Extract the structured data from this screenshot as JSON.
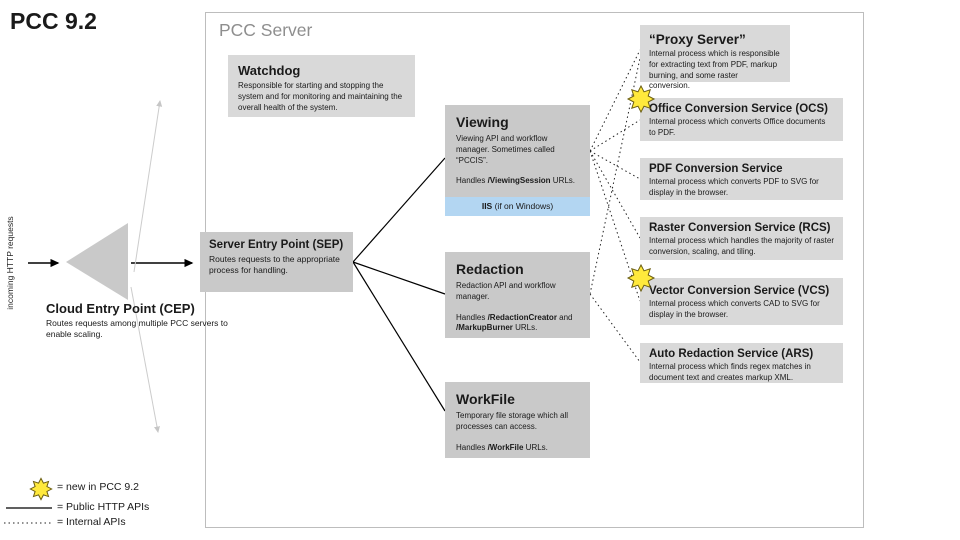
{
  "page": {
    "title": "PCC 9.2"
  },
  "container": {
    "label": "PCC Server"
  },
  "left": {
    "incoming_label": "incoming HTTP requests",
    "cep": {
      "title": "Cloud Entry Point (CEP)",
      "desc": "Routes requests among multiple PCC servers to enable scaling."
    },
    "sep": {
      "title": "Server Entry Point (SEP)",
      "desc": "Routes requests to the appropriate process for handling."
    }
  },
  "watchdog": {
    "title": "Watchdog",
    "desc": "Responsible for starting and stopping the system and for monitoring and maintaining the overall health of the system."
  },
  "viewing": {
    "title": "Viewing",
    "desc": "Viewing API and workflow manager. Sometimes called “PCCIS”.",
    "handles": [
      {
        "text": "Handles ",
        "bold": false
      },
      {
        "text": "/ViewingSession",
        "bold": true
      },
      {
        "text": " URLs.",
        "bold": false
      }
    ],
    "iis": [
      {
        "text": "IIS",
        "bold": true
      },
      {
        "text": " (if on Windows)",
        "bold": false
      }
    ]
  },
  "redaction": {
    "title": "Redaction",
    "desc": "Redaction API and workflow manager.",
    "handles": [
      {
        "text": "Handles ",
        "bold": false
      },
      {
        "text": "/RedactionCreator",
        "bold": true
      },
      {
        "text": " and ",
        "bold": false
      },
      {
        "text": "/MarkupBurner",
        "bold": true
      },
      {
        "text": " URLs.",
        "bold": false
      }
    ]
  },
  "workfile": {
    "title": "WorkFile",
    "desc": "Temporary file storage which all processes can access.",
    "handles": [
      {
        "text": "Handles ",
        "bold": false
      },
      {
        "text": "/WorkFile",
        "bold": true
      },
      {
        "text": " URLs.",
        "bold": false
      }
    ]
  },
  "services": [
    {
      "id": "proxy",
      "title": "“Proxy Server”",
      "desc": "Internal process which is responsible for extracting text from PDF, markup burning, and some raster conversion.",
      "new_in_92": false
    },
    {
      "id": "ocs",
      "title": "Office Conversion Service (OCS)",
      "desc": "Internal process which converts Office documents to PDF.",
      "new_in_92": true
    },
    {
      "id": "pdf",
      "title": "PDF Conversion Service",
      "desc": "Internal process which converts PDF to SVG for display in the browser.",
      "new_in_92": false
    },
    {
      "id": "rcs",
      "title": "Raster Conversion Service (RCS)",
      "desc": "Internal process which handles the majority of raster conversion, scaling, and tiling.",
      "new_in_92": false
    },
    {
      "id": "vcs",
      "title": "Vector Conversion Service (VCS)",
      "desc": "Internal process which converts CAD to SVG for display in the browser.",
      "new_in_92": true
    },
    {
      "id": "ars",
      "title": "Auto Redaction Service (ARS)",
      "desc": "Internal process which finds regex matches in document text and creates markup XML.",
      "new_in_92": false
    }
  ],
  "legend": {
    "new_item": "= new in PCC 9.2",
    "public_apis": "= Public HTTP APIs",
    "internal_apis": "= Internal APIs"
  },
  "connections": [
    {
      "from": "incoming HTTP requests",
      "to": "Cloud Entry Point (CEP)",
      "type": "public"
    },
    {
      "from": "Cloud Entry Point (CEP)",
      "to": "Server Entry Point (SEP)",
      "type": "public"
    },
    {
      "from": "Cloud Entry Point (CEP)",
      "to": "unlabeled",
      "type": "faded-arrow-up"
    },
    {
      "from": "Cloud Entry Point (CEP)",
      "to": "unlabeled",
      "type": "faded-arrow-down"
    },
    {
      "from": "Server Entry Point (SEP)",
      "to": "Viewing",
      "type": "public"
    },
    {
      "from": "Server Entry Point (SEP)",
      "to": "Redaction",
      "type": "public"
    },
    {
      "from": "Server Entry Point (SEP)",
      "to": "WorkFile",
      "type": "public"
    },
    {
      "from": "Viewing",
      "to": "“Proxy Server”",
      "type": "internal"
    },
    {
      "from": "Viewing",
      "to": "Office Conversion Service (OCS)",
      "type": "internal"
    },
    {
      "from": "Viewing",
      "to": "PDF Conversion Service",
      "type": "internal"
    },
    {
      "from": "Viewing",
      "to": "Raster Conversion Service (RCS)",
      "type": "internal"
    },
    {
      "from": "Viewing",
      "to": "Vector Conversion Service (VCS)",
      "type": "internal"
    },
    {
      "from": "Redaction",
      "to": "“Proxy Server”",
      "type": "internal"
    },
    {
      "from": "Redaction",
      "to": "Auto Redaction Service (ARS)",
      "type": "internal"
    }
  ],
  "colors": {
    "box_gray_light": "#d9d9d9",
    "box_gray_dark": "#c9c9c9",
    "iis_blue": "#b3d6f2",
    "star_yellow": "#ffe93c",
    "faded_gray": "#cccccc",
    "container_border": "#bdbdbd",
    "label_gray": "#8e8e8e"
  }
}
